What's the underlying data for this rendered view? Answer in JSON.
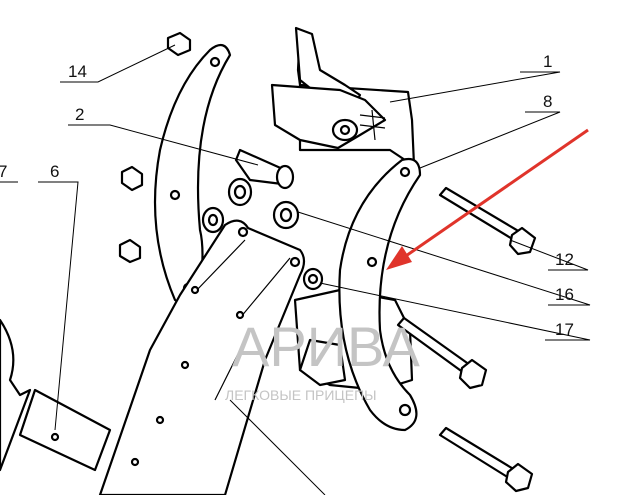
{
  "labels": {
    "l14": "14",
    "l2": "2",
    "l7": "7",
    "l6": "6",
    "l1": "1",
    "l8": "8",
    "l12": "12",
    "l16": "16",
    "l17": "17"
  },
  "watermark": {
    "brand": "АРИВА",
    "tagline": "ЛЕГКОВЫЕ ПРИЦЕПЫ"
  },
  "colors": {
    "arrow": "#e0342b",
    "watermark": "#d8d8d8"
  }
}
